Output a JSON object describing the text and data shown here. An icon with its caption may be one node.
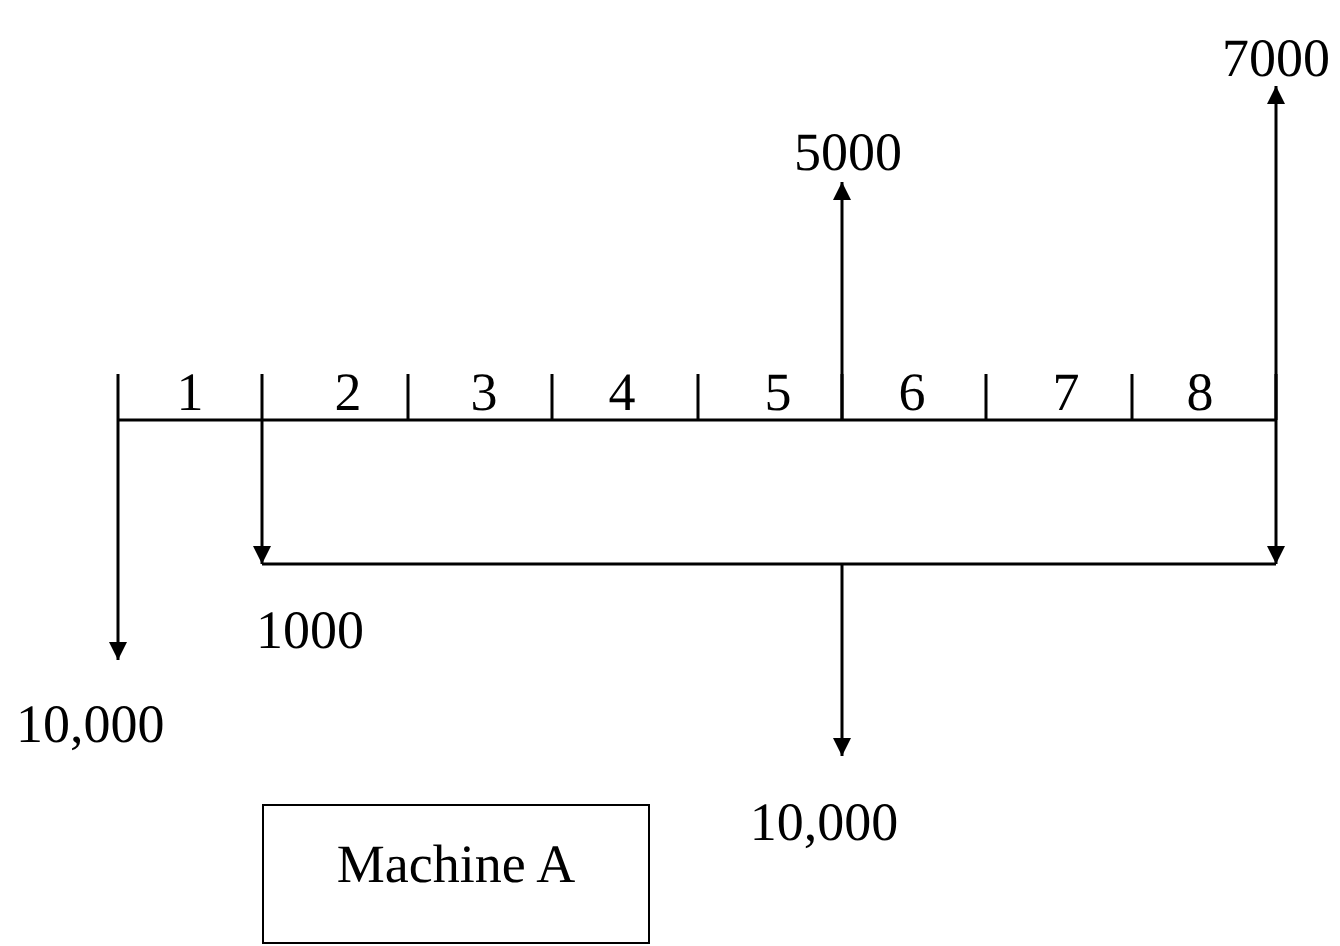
{
  "diagram": {
    "nodes": [
      {
        "text": [
          "Machine A"
        ]
      }
    ],
    "labels": [
      "7000",
      "5000",
      "1",
      "2",
      "3",
      "4",
      "5",
      "6",
      "7",
      "8",
      "1000",
      "10,000",
      "10,000"
    ]
  }
}
